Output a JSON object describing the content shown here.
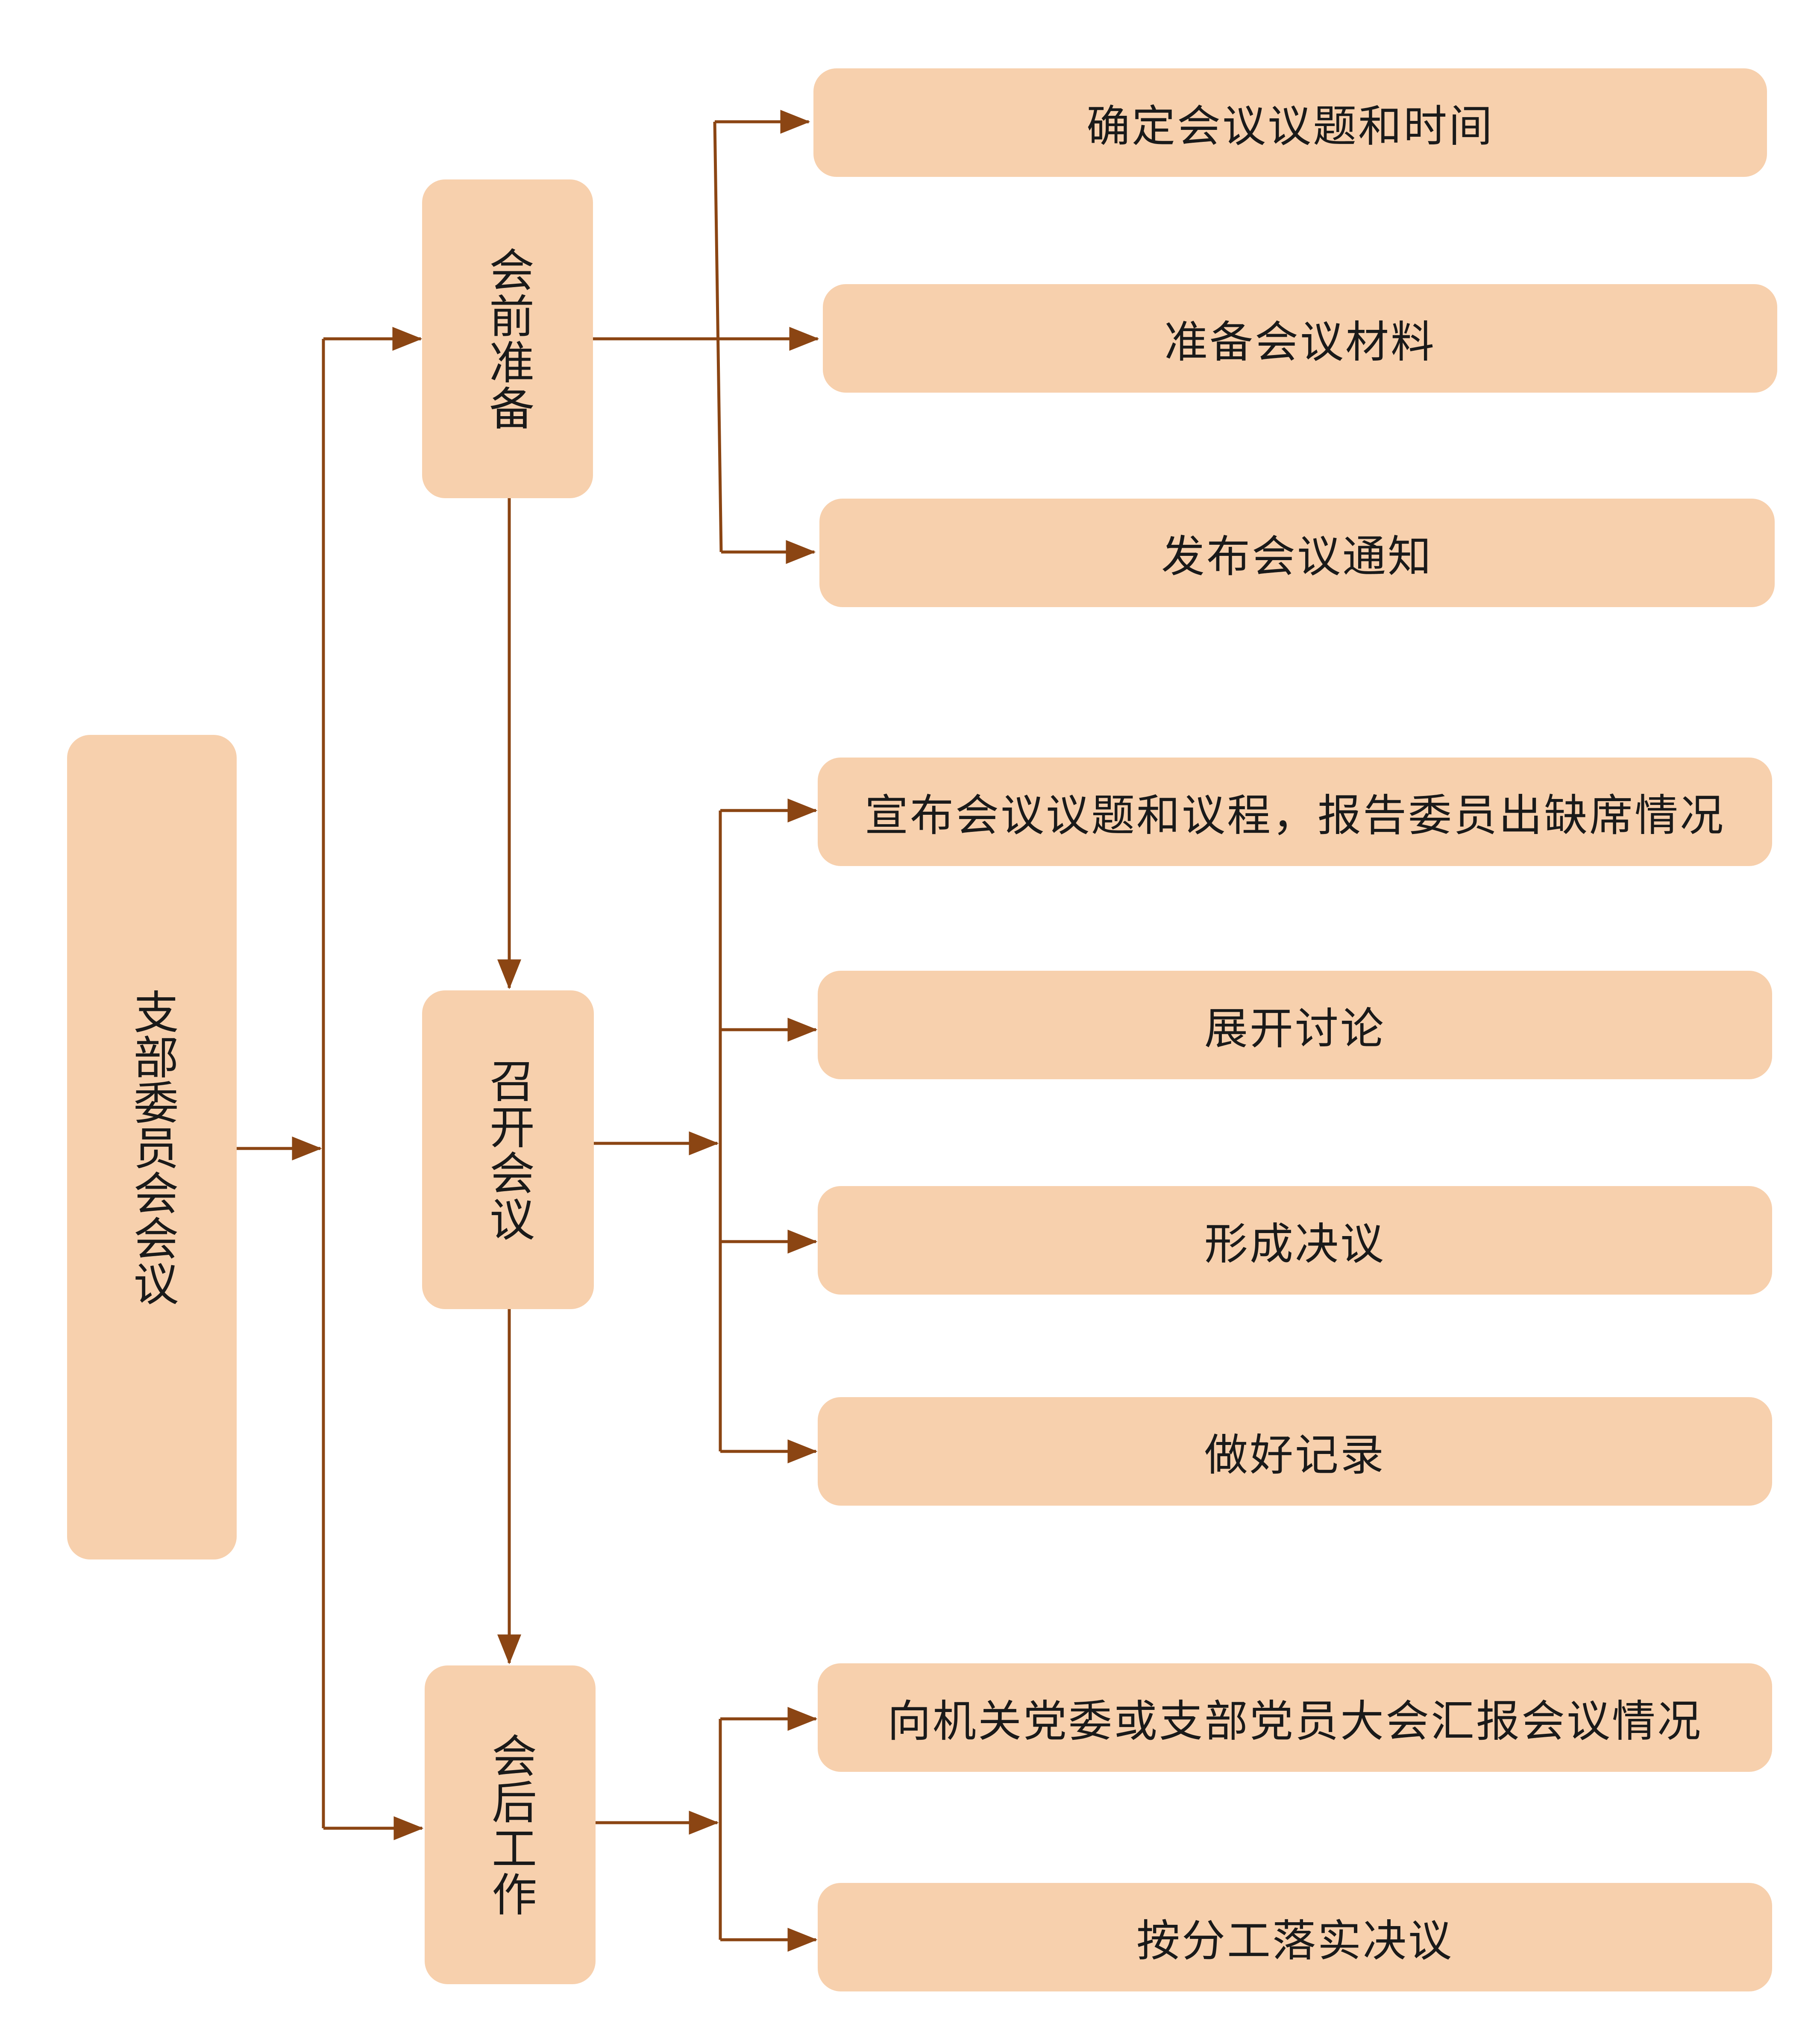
{
  "colors": {
    "box_fill": "#f7d0ad",
    "connector": "#8b4513",
    "text": "#1a1a1a"
  },
  "root": {
    "label": "支部委员会会议"
  },
  "stages": [
    {
      "label": "会前准备",
      "steps": [
        "确定会议议题和时间",
        "准备会议材料",
        "发布会议通知"
      ]
    },
    {
      "label": "召开会议",
      "steps": [
        "宣布会议议题和议程，报告委员出缺席情况",
        "展开讨论",
        "形成决议",
        "做好记录"
      ]
    },
    {
      "label": "会后工作",
      "steps": [
        "向机关党委或支部党员大会汇报会议情况",
        "按分工落实决议"
      ]
    }
  ]
}
